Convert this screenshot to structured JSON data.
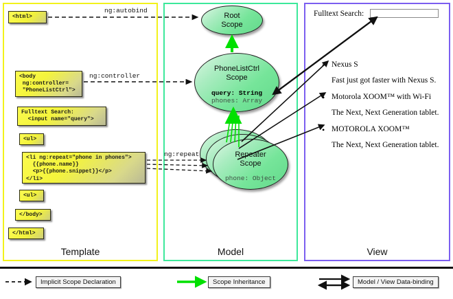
{
  "columns": [
    {
      "id": "template",
      "label": "Template",
      "border_color": "#f2f21a"
    },
    {
      "id": "model",
      "label": "Model",
      "border_color": "#3ce89a"
    },
    {
      "id": "view",
      "label": "View",
      "border_color": "#7b5ef0"
    }
  ],
  "template": {
    "boxes": [
      {
        "id": "html-open",
        "text": "<html>"
      },
      {
        "id": "body-open",
        "text": "<body\n ng:controller=\n \"PhoneListCtrl\">"
      },
      {
        "id": "search",
        "text": "Fulltext Search:\n  <input name=\"query\">"
      },
      {
        "id": "ul-open",
        "text": "<ul>"
      },
      {
        "id": "li-repeat",
        "text": "<li ng:repeat=\"phone in phones\">\n  {{phone.name}}\n  <p>{{phone.snippet}}</p>\n</li>"
      },
      {
        "id": "ul-close",
        "text": "<ul>"
      },
      {
        "id": "body-close",
        "text": "</body>"
      },
      {
        "id": "html-close",
        "text": "</html>"
      }
    ]
  },
  "model": {
    "scopes": [
      {
        "id": "root-scope",
        "title_line1": "Root",
        "title_line2": "Scope"
      },
      {
        "id": "phonelist-scope",
        "title_line1": "PhoneListCtrl",
        "title_line2": "Scope",
        "prop_bold": "query: String",
        "prop_plain": "phones: Array"
      },
      {
        "id": "repeater-scope",
        "title_line1": "Repeater",
        "title_line2": "Scope",
        "prop_plain": "phone: Object"
      }
    ]
  },
  "edges": {
    "autobind": "ng:autobind",
    "controller": "ng:controller",
    "repeat": "ng:repeat"
  },
  "view": {
    "search_label": "Fulltext Search:",
    "search_value": "",
    "search_placeholder": "",
    "items": [
      {
        "name": "Nexus S",
        "snippet": "Fast just got faster with Nexus S."
      },
      {
        "name": "Motorola XOOM™  with Wi-Fi",
        "snippet": "The Next, Next Generation tablet."
      },
      {
        "name": "MOTOROLA XOOM™",
        "snippet": "The Next, Next Generation tablet."
      }
    ]
  },
  "legend": [
    {
      "id": "implicit-scope-declaration",
      "label": "Implicit Scope Declaration",
      "marker": "dashed-arrow",
      "color": "#111111"
    },
    {
      "id": "scope-inheritance",
      "label": "Scope Inheritance",
      "marker": "green-arrow",
      "color": "#00e000"
    },
    {
      "id": "model-view-data-binding",
      "label": "Model / View Data-binding",
      "marker": "double-arrow",
      "color": "#111111"
    }
  ]
}
